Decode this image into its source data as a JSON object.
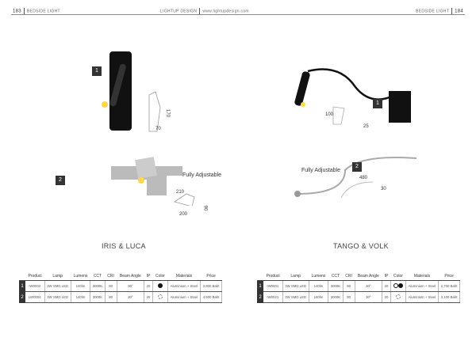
{
  "header": {
    "left_page": "183",
    "left_section": "BEDSIDE LIGHT",
    "brand": "LIGHTUP DESIGN",
    "website": "www.lightupdesign.com",
    "right_section": "BEDSIDE LIGHT",
    "right_page": "184"
  },
  "left": {
    "title": "IRIS & LUCA",
    "badges": [
      "1",
      "2"
    ],
    "dims": {
      "d1_h": "170",
      "d1_w": "70",
      "d2_a": "210",
      "d2_b": "200",
      "d2_c": "90"
    },
    "adjustable": "Fully Adjustable",
    "columns": [
      "",
      "Product",
      "Lamp",
      "Lumens",
      "CCT",
      "CRI",
      "Beam Angle",
      "IP",
      "Color",
      "Materials",
      "Price"
    ],
    "rows": [
      {
        "n": "1",
        "product": "IW0002",
        "lamp": "3W SMD LED",
        "lumens": "140lm",
        "cct": "3000K",
        "cri": "80",
        "beam": "30°",
        "ip": "20",
        "color": "black",
        "materials": "Aluminium + Steel",
        "price": "3,800 Baht"
      },
      {
        "n": "2",
        "product": "LW0004",
        "lamp": "3W SMD LED",
        "lumens": "140lm",
        "cct": "3000K",
        "cri": "80",
        "beam": "30°",
        "ip": "20",
        "color": "chrome",
        "materials": "Aluminium + Steel",
        "price": "4,500 Baht"
      }
    ]
  },
  "right": {
    "title": "TANGO & VOLK",
    "badges": [
      "1",
      "2"
    ],
    "dims": {
      "d1_a": "100",
      "d1_b": "25",
      "d2_a": "480",
      "d2_b": "30"
    },
    "adjustable": "Fully Adjustable",
    "columns": [
      "",
      "Product",
      "Lamp",
      "Lumens",
      "CCT",
      "CRI",
      "Beam Angle",
      "IP",
      "Color",
      "Materials",
      "Price"
    ],
    "rows": [
      {
        "n": "1",
        "product": "IW0001",
        "lamp": "3W SMD LED",
        "lumens": "140lm",
        "cct": "3000K",
        "cri": "80",
        "beam": "30°",
        "ip": "20",
        "color": "white/black",
        "materials": "Aluminium + Steel",
        "price": "2,700 Baht"
      },
      {
        "n": "2",
        "product": "IW0021",
        "lamp": "3W SMD LED",
        "lumens": "160lm",
        "cct": "3000K",
        "cri": "80",
        "beam": "30°",
        "ip": "20",
        "color": "chrome",
        "materials": "Aluminium + Steel",
        "price": "3,100 Baht"
      }
    ]
  }
}
